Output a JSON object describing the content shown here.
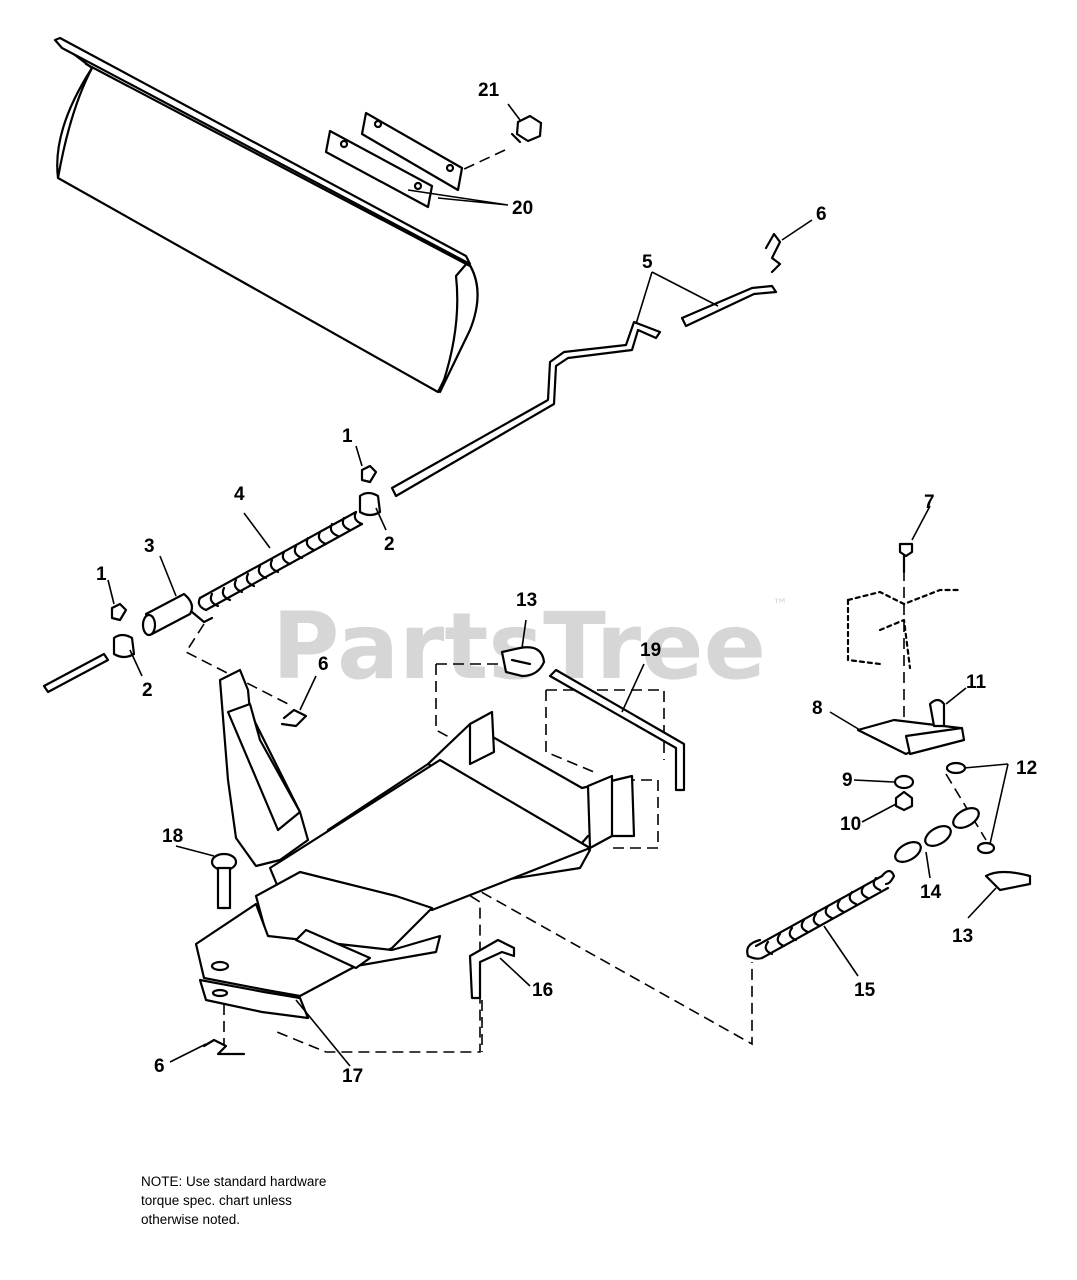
{
  "watermark": {
    "text": "PartsTree",
    "trademark": "™"
  },
  "note": {
    "lines": [
      "NOTE: Use standard hardware",
      "torque spec. chart unless",
      "otherwise noted."
    ]
  },
  "callouts": [
    {
      "id": "c21",
      "label": "21"
    },
    {
      "id": "c20",
      "label": "20"
    },
    {
      "id": "c6a",
      "label": "6"
    },
    {
      "id": "c5",
      "label": "5"
    },
    {
      "id": "c1a",
      "label": "1"
    },
    {
      "id": "c4",
      "label": "4"
    },
    {
      "id": "c2a",
      "label": "2"
    },
    {
      "id": "c3",
      "label": "3"
    },
    {
      "id": "c1b",
      "label": "1"
    },
    {
      "id": "c2b",
      "label": "2"
    },
    {
      "id": "c7",
      "label": "7"
    },
    {
      "id": "c13a",
      "label": "13"
    },
    {
      "id": "c19",
      "label": "19"
    },
    {
      "id": "c6b",
      "label": "6"
    },
    {
      "id": "c11",
      "label": "11"
    },
    {
      "id": "c8",
      "label": "8"
    },
    {
      "id": "c12",
      "label": "12"
    },
    {
      "id": "c9",
      "label": "9"
    },
    {
      "id": "c10",
      "label": "10"
    },
    {
      "id": "c18",
      "label": "18"
    },
    {
      "id": "c14",
      "label": "14"
    },
    {
      "id": "c13b",
      "label": "13"
    },
    {
      "id": "c16",
      "label": "16"
    },
    {
      "id": "c15",
      "label": "15"
    },
    {
      "id": "c6c",
      "label": "6"
    },
    {
      "id": "c17",
      "label": "17"
    }
  ]
}
